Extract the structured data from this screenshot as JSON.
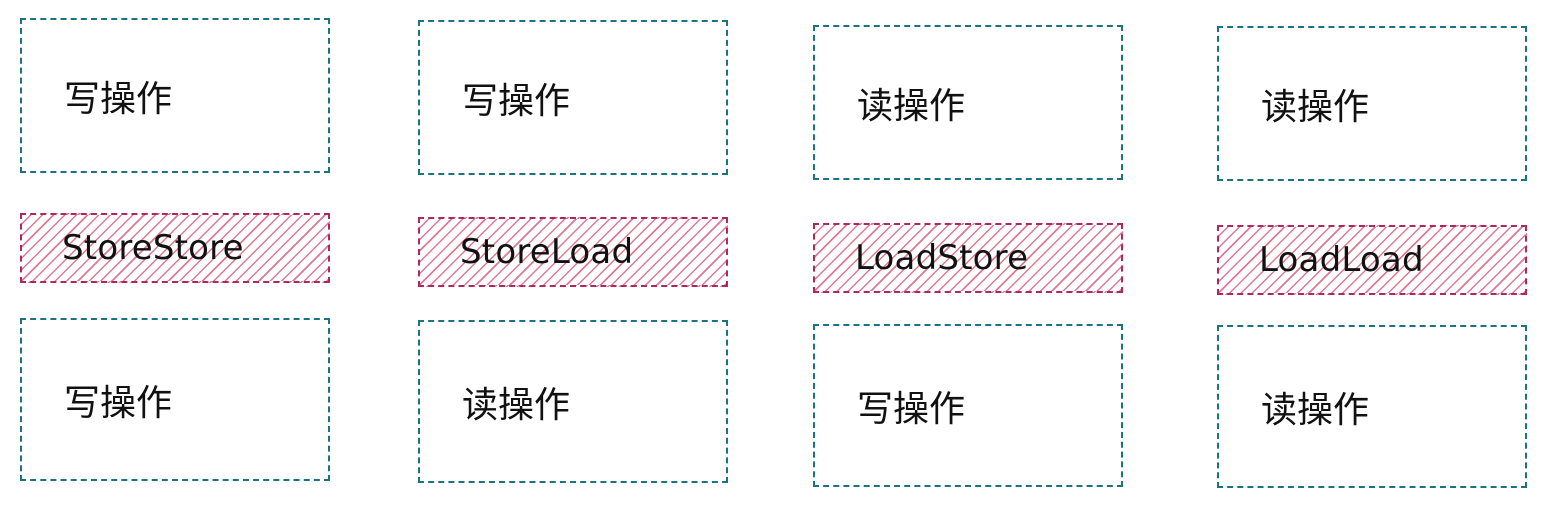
{
  "colors": {
    "operation_border": "#1b7382",
    "barrier_border": "#b0285a",
    "barrier_hatch": "#e07896"
  },
  "columns": [
    {
      "top_op": "写操作",
      "barrier": "StoreStore",
      "bottom_op": "写操作"
    },
    {
      "top_op": "写操作",
      "barrier": "StoreLoad",
      "bottom_op": "读操作"
    },
    {
      "top_op": "读操作",
      "barrier": "LoadStore",
      "bottom_op": "写操作"
    },
    {
      "top_op": "读操作",
      "barrier": "LoadLoad",
      "bottom_op": "读操作"
    }
  ]
}
